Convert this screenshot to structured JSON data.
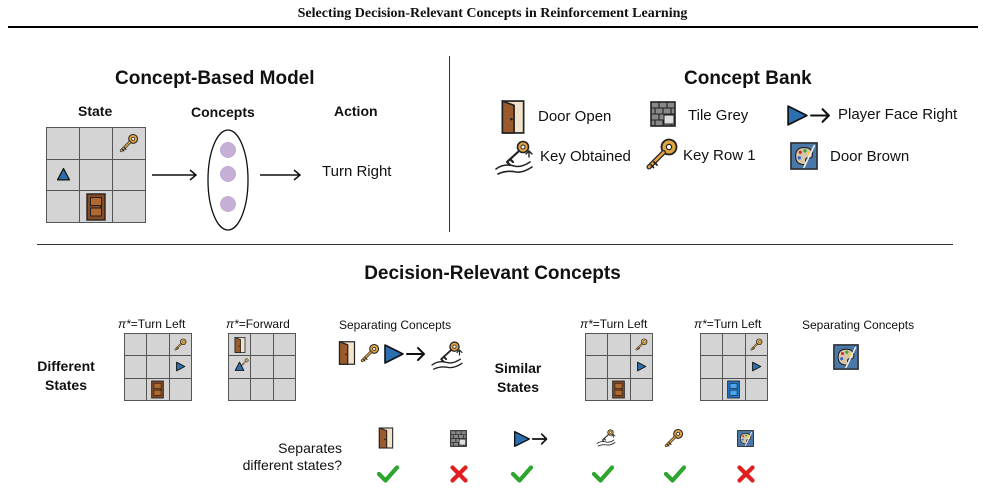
{
  "header": {
    "title": "Selecting Decision-Relevant Concepts in Reinforcement Learning"
  },
  "model": {
    "title": "Concept-Based Model",
    "state_label": "State",
    "concepts_label": "Concepts",
    "action_label": "Action",
    "action_value": "Turn Right"
  },
  "bank": {
    "title": "Concept Bank",
    "items": [
      {
        "label": "Door Open",
        "icon": "door-open-icon"
      },
      {
        "label": "Tile Grey",
        "icon": "brick-tile-icon"
      },
      {
        "label": "Player Face Right",
        "icon": "triangle-arrow-icon"
      },
      {
        "label": "Key Obtained",
        "icon": "hand-key-icon"
      },
      {
        "label": "Key Row 1",
        "icon": "key-icon"
      },
      {
        "label": "Door Brown",
        "icon": "palette-icon"
      }
    ]
  },
  "relevant": {
    "title": "Decision-Relevant Concepts",
    "different": {
      "label_line1": "Different",
      "label_line2": "States",
      "policy_left": "=Turn Left",
      "policy_right": "=Forward",
      "separating": "Separating Concepts"
    },
    "similar": {
      "label_line1": "Similar",
      "label_line2": "States",
      "policy_left": "=Turn Left",
      "policy_right": "=Turn Left",
      "separating": "Separating Concepts"
    },
    "policy_symbol": "π*",
    "question_line1": "Separates",
    "question_line2": "different states?",
    "marks": [
      {
        "icon": "door-open-icon",
        "result": "check"
      },
      {
        "icon": "brick-tile-icon",
        "result": "cross"
      },
      {
        "icon": "triangle-arrow-icon",
        "result": "check"
      },
      {
        "icon": "hand-key-icon",
        "result": "check"
      },
      {
        "icon": "key-icon",
        "result": "check"
      },
      {
        "icon": "palette-icon",
        "result": "cross"
      }
    ]
  },
  "colors": {
    "check": "#2ea52e",
    "cross": "#e02020",
    "player": "#2c6fb0",
    "door": "#8a4a22",
    "door_blue": "#1e7bd8",
    "concept_dot": "#c5afd4",
    "key": "#e2a440"
  }
}
